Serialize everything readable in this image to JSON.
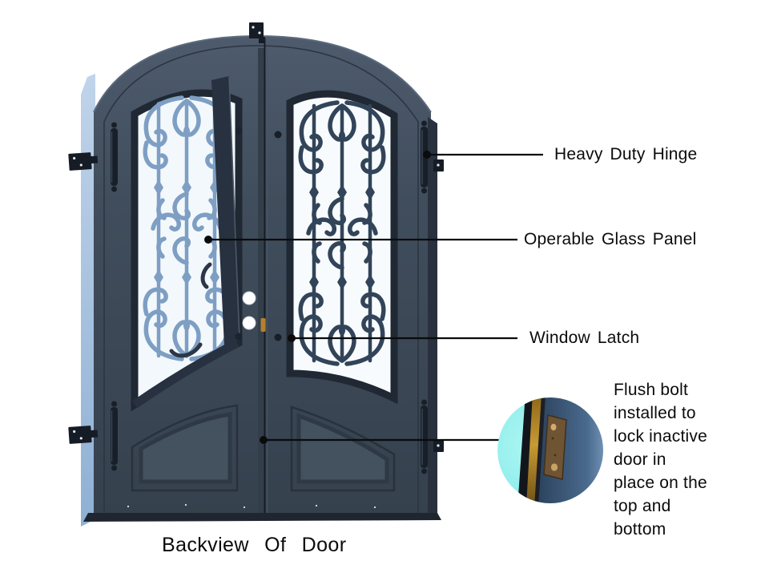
{
  "diagram": {
    "caption": "Backview Of Door",
    "callouts": [
      {
        "id": "hinge",
        "label": "Heavy Duty Hinge"
      },
      {
        "id": "glass_panel",
        "label": "Operable Glass Panel"
      },
      {
        "id": "latch",
        "label": "Window Latch"
      }
    ],
    "flush_bolt_note_lines": [
      "Flush bolt",
      "installed to",
      "lock inactive",
      "door in",
      "place on the",
      "top and",
      "bottom"
    ]
  },
  "colors": {
    "ink": "#0b0b0b",
    "door_slate": "#3f4b5a",
    "door_dark": "#2a333f",
    "scroll_dark": "#324459",
    "scroll_light": "#7e9fc3",
    "jamb_blue": "#a3bedd",
    "glass_white": "#f8fbfd",
    "inset_cyan": "#8df1ee",
    "inset_gold": "#b8860b",
    "inset_bronze": "#6f5434"
  }
}
